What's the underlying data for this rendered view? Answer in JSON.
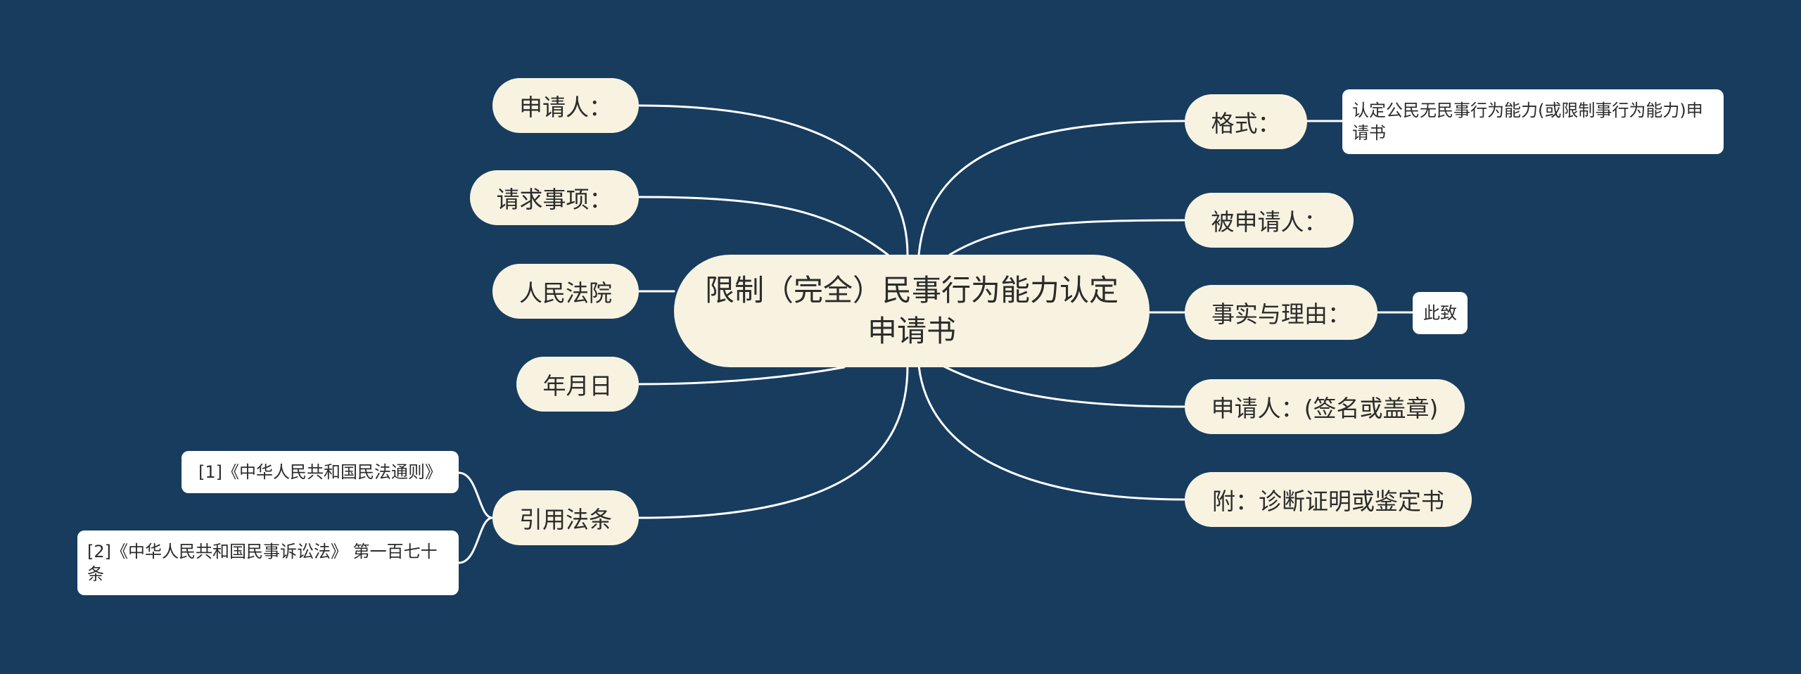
{
  "root": {
    "title": "限制（完全）民事行为能力认定申请书"
  },
  "left": {
    "applicant": "申请人：",
    "request": "请求事项：",
    "court": "人民法院",
    "date": "年月日",
    "cited_law": "引用法条",
    "law_refs": [
      "[1]《中华人民共和国民法通则》",
      "[2]《中华人民共和国民事诉讼法》 第一百七十条"
    ]
  },
  "right": {
    "format": "格式：",
    "format_note": "认定公民无民事行为能力(或限制事行为能力)申请书",
    "respondent": "被申请人：",
    "facts": "事实与理由：",
    "facts_note": "此致",
    "signature": "申请人：(签名或盖章)",
    "attachment": "附：诊断证明或鉴定书"
  },
  "colors": {
    "background": "#173c5e",
    "node": "#f8f3e1",
    "note": "#ffffff",
    "line": "#ffffff",
    "text": "#2c2c2c"
  }
}
